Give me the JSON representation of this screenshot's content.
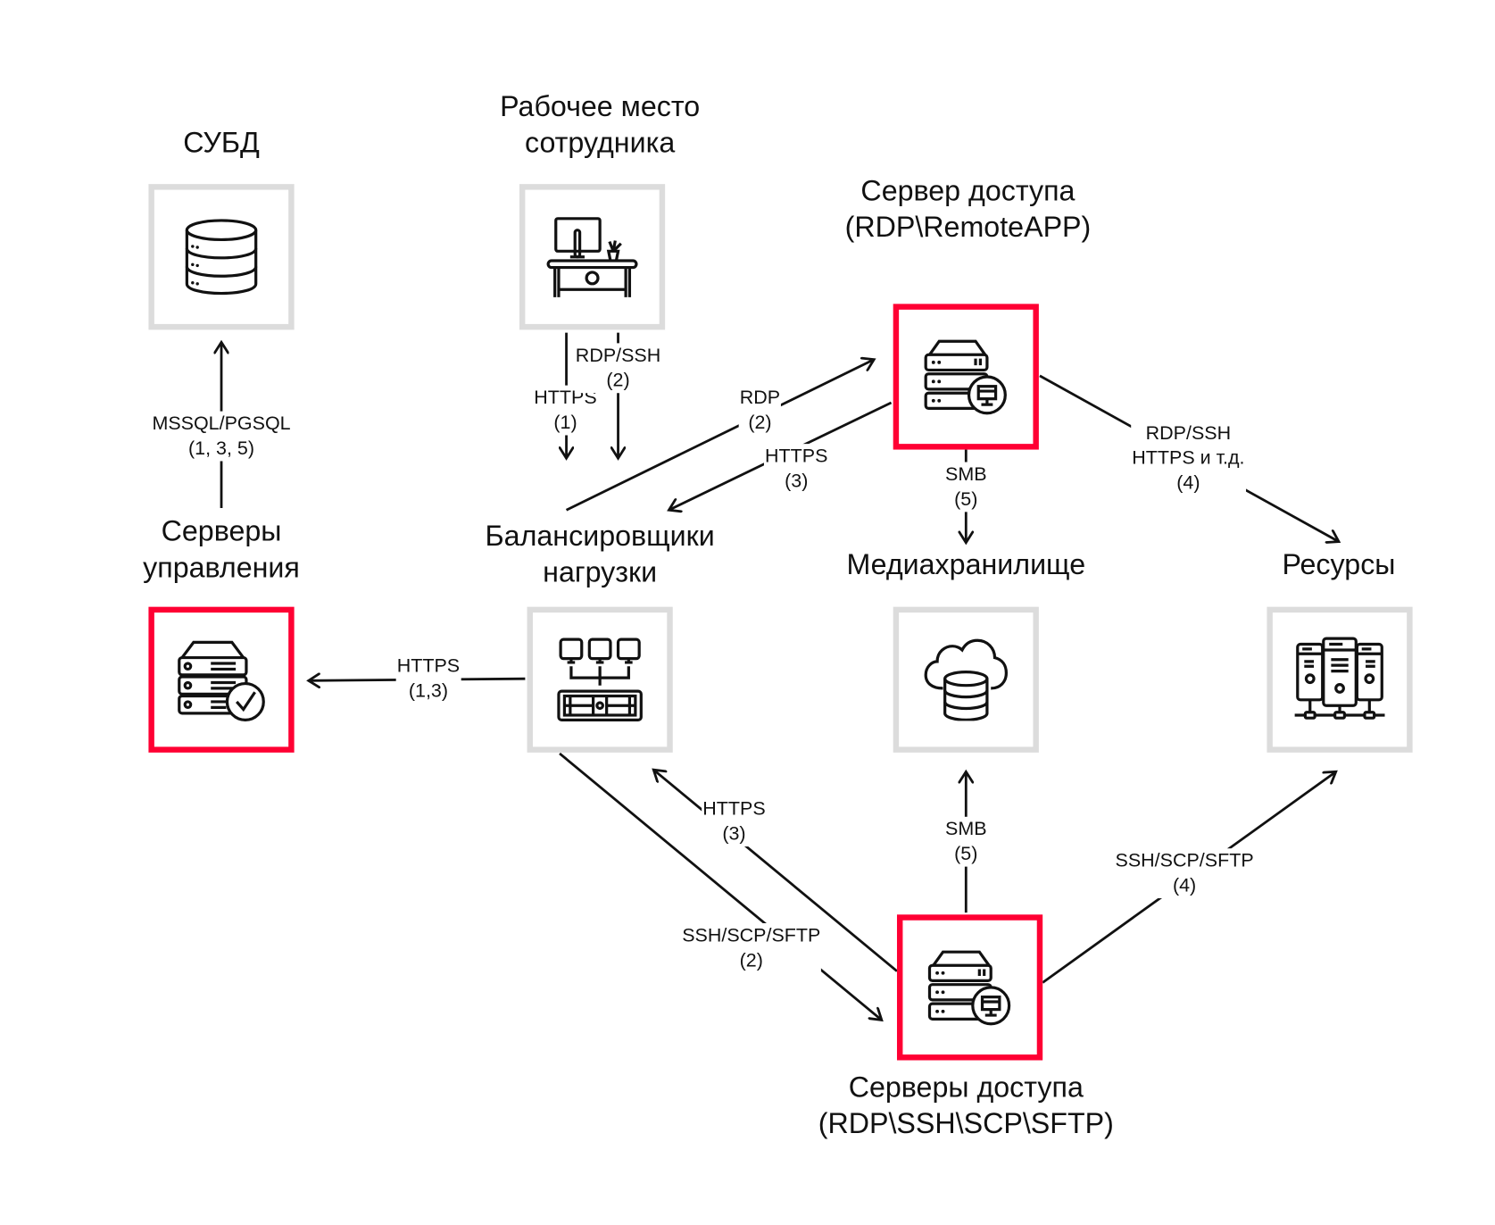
{
  "nodes": {
    "dbms": {
      "title": "СУБД",
      "icon": "database-icon",
      "highlighted": false
    },
    "workstation": {
      "title_line1": "Рабочее место",
      "title_line2": "сотрудника",
      "icon": "desk-computer-icon",
      "highlighted": false
    },
    "access_server_rdp": {
      "title_line1": "Сервер доступа",
      "title_line2": "(RDP\\RemoteAPP)",
      "icon": "server-monitor-icon",
      "highlighted": true
    },
    "management_servers": {
      "title_line1": "Серверы",
      "title_line2": "управления",
      "icon": "server-check-icon",
      "highlighted": true
    },
    "load_balancers": {
      "title_line1": "Балансировщики",
      "title_line2": "нагрузки",
      "icon": "load-balancer-icon",
      "highlighted": false
    },
    "media_storage": {
      "title": "Медиахранилище",
      "icon": "cloud-database-icon",
      "highlighted": false
    },
    "resources": {
      "title": "Ресурсы",
      "icon": "server-rack-network-icon",
      "highlighted": false
    },
    "access_servers_ssh": {
      "title_line1": "Серверы доступа",
      "title_line2": "(RDP\\SSH\\SCP\\SFTP)",
      "icon": "server-monitor-icon",
      "highlighted": true
    }
  },
  "edges": {
    "mgmt_to_dbms": {
      "protocol": "MSSQL/PGSQL",
      "steps": "(1, 3, 5)"
    },
    "workstation_https": {
      "protocol": "HTTPS",
      "steps": "(1)"
    },
    "workstation_rdpssh": {
      "protocol": "RDP/SSH",
      "steps": "(2)"
    },
    "lb_to_rdp_server": {
      "protocol": "RDP",
      "steps": "(2)"
    },
    "rdp_server_to_lb": {
      "protocol": "HTTPS",
      "steps": "(3)"
    },
    "rdp_server_to_media": {
      "protocol": "SMB",
      "steps": "(5)"
    },
    "rdp_server_to_resources": {
      "protocol_line1": "RDP/SSH",
      "protocol_line2": "HTTPS и т.д.",
      "steps": "(4)"
    },
    "lb_to_mgmt": {
      "protocol": "HTTPS",
      "steps": "(1,3)"
    },
    "ssh_server_to_lb": {
      "protocol": "HTTPS",
      "steps": "(3)"
    },
    "lb_to_ssh_server": {
      "protocol": "SSH/SCP/SFTP",
      "steps": "(2)"
    },
    "ssh_server_to_media": {
      "protocol": "SMB",
      "steps": "(5)"
    },
    "ssh_server_to_resources": {
      "protocol": "SSH/SCP/SFTP",
      "steps": "(4)"
    }
  },
  "colors": {
    "highlight": "#ff0033",
    "box_border": "#dcdcdc",
    "line": "#111111"
  }
}
